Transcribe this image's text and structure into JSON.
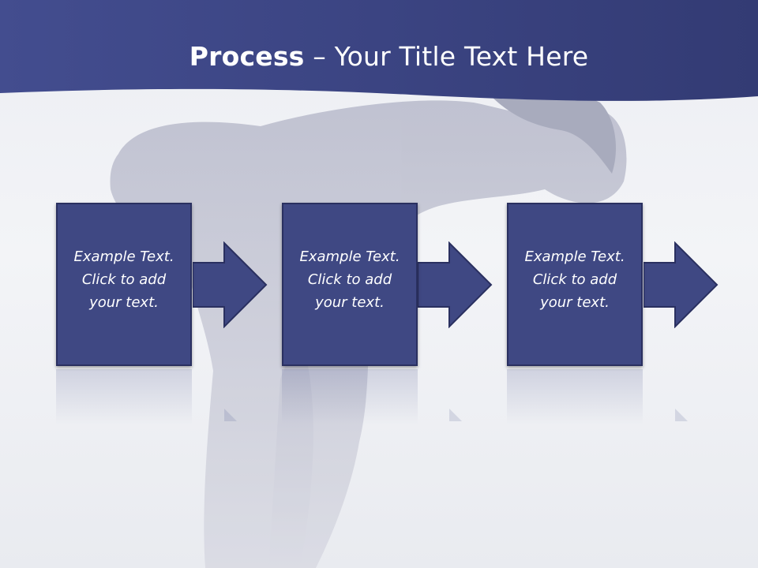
{
  "title": {
    "bold": "Process",
    "rest": " – Your Title Text Here"
  },
  "steps": [
    {
      "line1": "Example Text.",
      "line2": "Click  to add",
      "line3": "your text."
    },
    {
      "line1": "Example Text.",
      "line2": "Click  to add",
      "line3": "your text."
    },
    {
      "line1": "Example Text.",
      "line2": "Click  to add",
      "line3": "your text."
    }
  ],
  "colors": {
    "band": "#3b4482",
    "box": "#3f4883",
    "box_border": "#2a3060",
    "text": "#ffffff"
  }
}
